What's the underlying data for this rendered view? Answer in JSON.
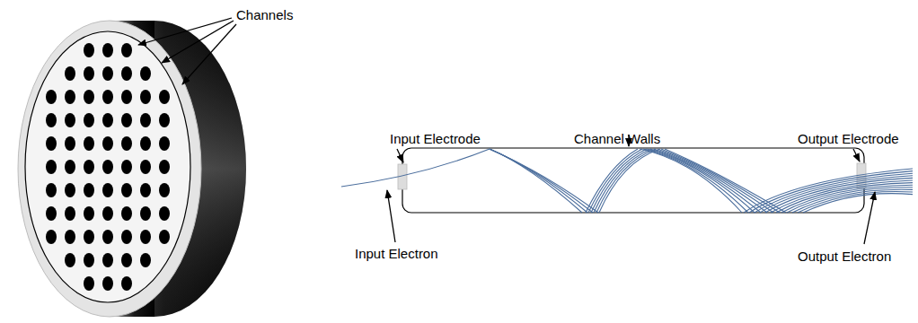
{
  "diagram": {
    "labels": [
      "Channels",
      "Input Electrode",
      "Channel Walls",
      "Output Electrode",
      "Input Electron",
      "Output Electron"
    ]
  }
}
